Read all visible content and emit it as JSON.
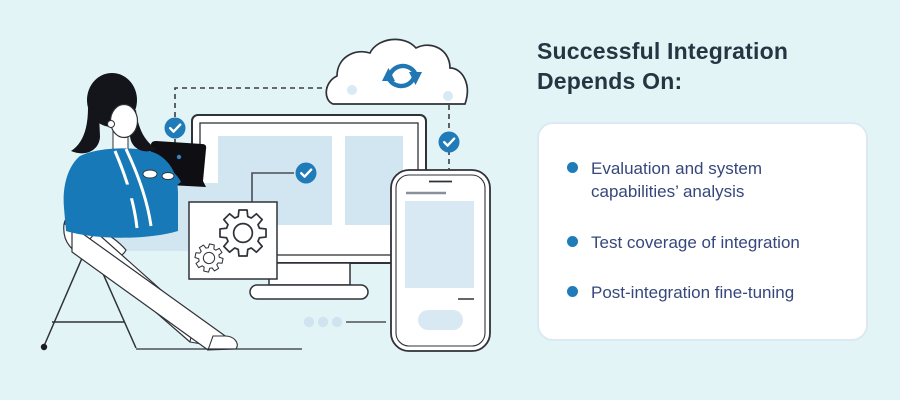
{
  "header": {
    "title": "Successful Integration Depends On:"
  },
  "card": {
    "items": [
      {
        "label": "Evaluation and system capabilities’ analysis"
      },
      {
        "label": "Test coverage of integration"
      },
      {
        "label": "Post-integration fine-tuning"
      }
    ]
  },
  "illustration": {
    "description": "Woman on a stool typing on a laptop beside a desktop monitor, smartphone and sync cloud connected by dashed lines with check marks and gears",
    "icons": [
      "cloud-sync-icon",
      "check-icon",
      "gears-icon",
      "ellipsis-dots-icon"
    ]
  },
  "colors": {
    "background": "#e3f4f7",
    "accent_blue": "#1f7cb8",
    "title_text": "#253642",
    "item_text": "#36477c",
    "card_border": "#dce9f4",
    "light_blue_fill": "#d2e6f1",
    "outline_dark": "#2f3238",
    "figure_shirt_blue": "#1779b8"
  }
}
